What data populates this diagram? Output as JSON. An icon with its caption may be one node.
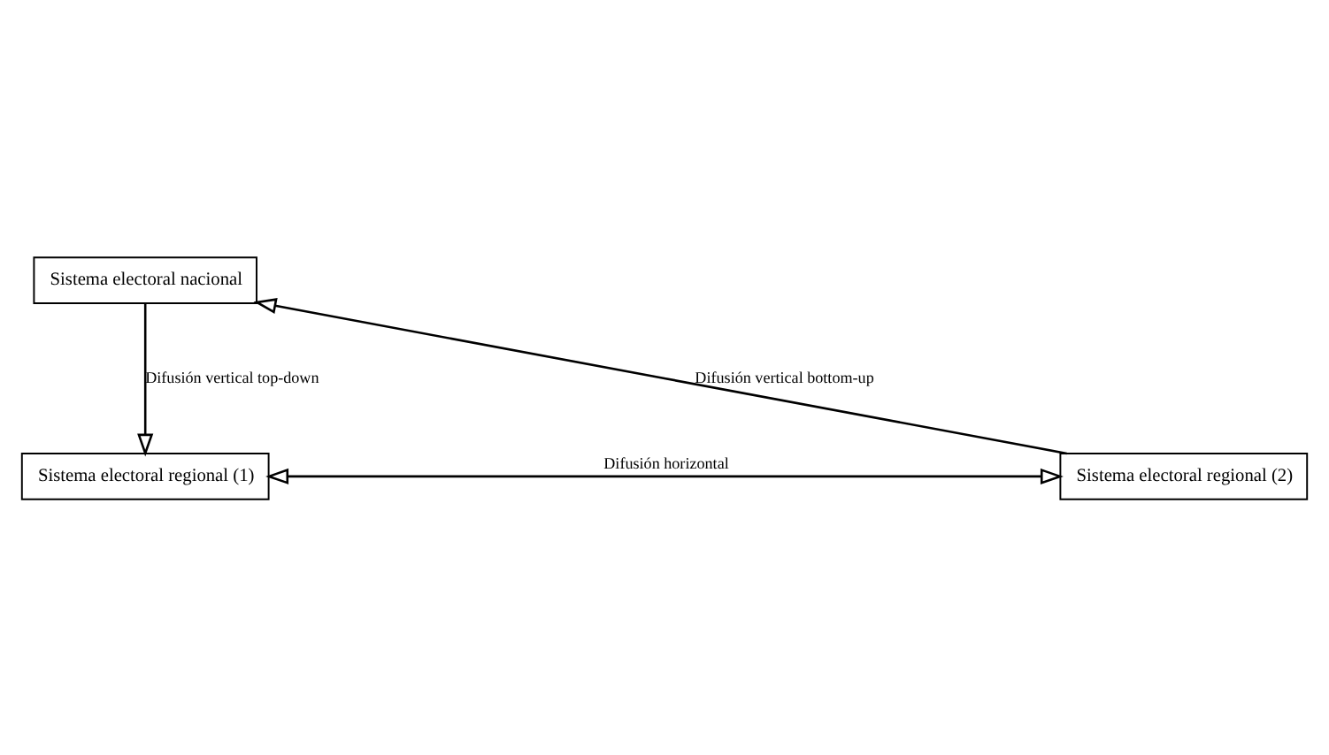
{
  "diagram": {
    "nodes": [
      {
        "text": [
          "Sistema electoral nacional"
        ]
      },
      {
        "text": [
          "Sistema electoral regional (1)"
        ]
      },
      {
        "text": [
          "Sistema electoral regional (2)"
        ]
      }
    ],
    "edges": [
      {
        "from": 0,
        "to": 1,
        "arrow": "to",
        "label": "Difusión vertical top-down"
      },
      {
        "from": 2,
        "to": 0,
        "arrow": "to",
        "label": "Difusión vertical bottom-up"
      },
      {
        "from": 1,
        "to": 2,
        "arrow": "both",
        "label": "Difusión horizontal"
      }
    ]
  }
}
